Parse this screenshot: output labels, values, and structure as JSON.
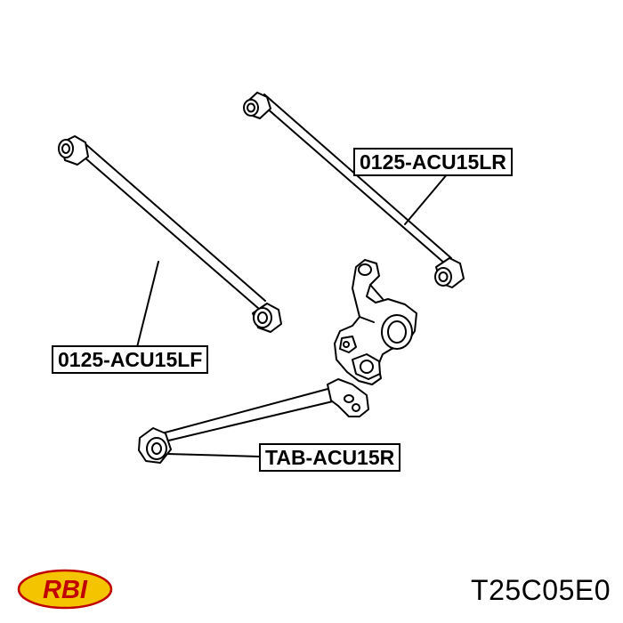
{
  "labels": {
    "upper_arm": "0125-ACU15LR",
    "lower_arm": "0125-ACU15LF",
    "trailing_arm": "TAB-ACU15R"
  },
  "part_number": "T25C05E0",
  "logo": {
    "text": "RBI",
    "fill": "#f5c400",
    "outline": "#c00000"
  }
}
